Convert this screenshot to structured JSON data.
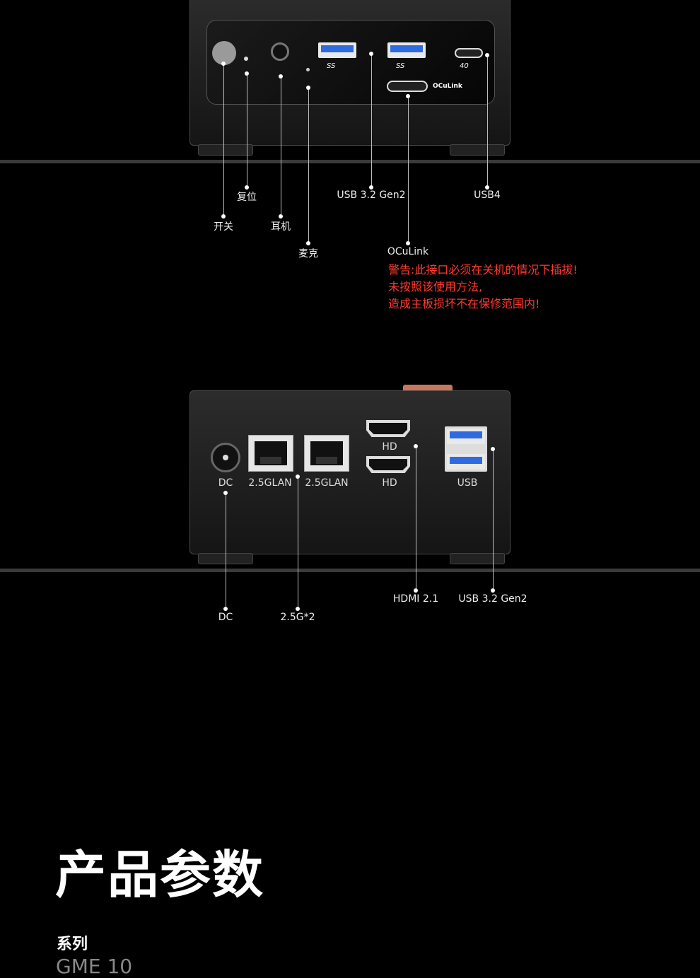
{
  "front_labels": {
    "reset": "复位",
    "usb32": "USB 3.2 Gen2",
    "usb4": "USB4",
    "power": "开关",
    "headphone": "耳机",
    "mic": "麦克",
    "oculink": "OCuLink"
  },
  "front_icons": {
    "ss1": "SS",
    "ss2": "SS",
    "c40": "40",
    "oculink_mark": "OCuLink"
  },
  "warning": {
    "line1": "警告:此接口必须在关机的情况下插拔!",
    "line2": "未按照该使用方法,",
    "line3": "造成主板损坏不在保修范围内!"
  },
  "rear_port_labels": {
    "dc": "DC",
    "lan1": "2.5GLAN",
    "lan2": "2.5GLAN",
    "hd1": "HD",
    "hd2": "HD",
    "usb": "USB"
  },
  "rear_labels": {
    "dc": "DC",
    "lan": "2.5G*2",
    "hdmi": "HDMI 2.1",
    "usb32": "USB 3.2 Gen2"
  },
  "section_title": "产品参数",
  "spec": {
    "key": "系列",
    "value": "GME 10"
  },
  "colors": {
    "accent_blue": "#2f6be0",
    "warning_red": "#ff3b30"
  }
}
